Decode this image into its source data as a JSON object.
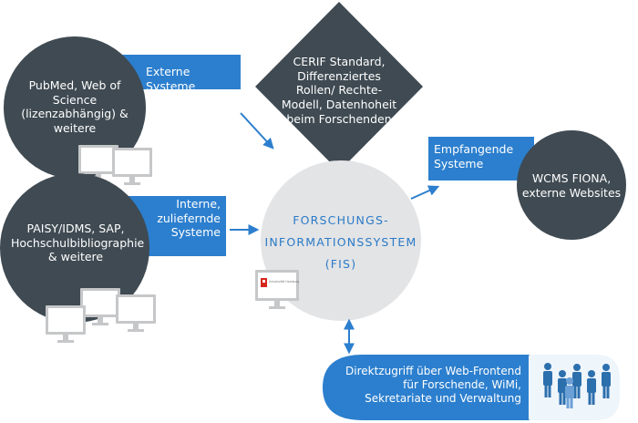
{
  "colors": {
    "dark": "#3f4a52",
    "blue": "#2c7fce",
    "light": "#e3e4e6",
    "monitor": "#c6c7c9",
    "fis_text": "#2a7ac7",
    "people": "#2c6fad"
  },
  "sources": {
    "external": {
      "circle_text": "PubMed, Web of Science (lizenzabhängig) & weitere",
      "label": "Externe Systeme"
    },
    "internal": {
      "circle_text": "PAISY/IDMS, SAP, Hochschulbibliographie & weitere",
      "label": "Interne, zuliefernde Systeme"
    }
  },
  "principles": {
    "text": "CERIF Standard, Differenziertes Rollen/ Rechte-Modell, Datenhoheit beim Forschenden"
  },
  "fis": {
    "line1": "FORSCHUNGS-",
    "line2": "INFORMATIONSSYSTEM",
    "line3": "(FIS)",
    "logo_caption": "Universität Hamburg"
  },
  "target": {
    "label": "Empfangende Systeme",
    "circle_text": "WCMS FIONA, externe Websites"
  },
  "direct_access": {
    "text": "Direktzugriff über Web-Frontend für Forschende, WiMi, Sekretariate und Verwaltung"
  }
}
